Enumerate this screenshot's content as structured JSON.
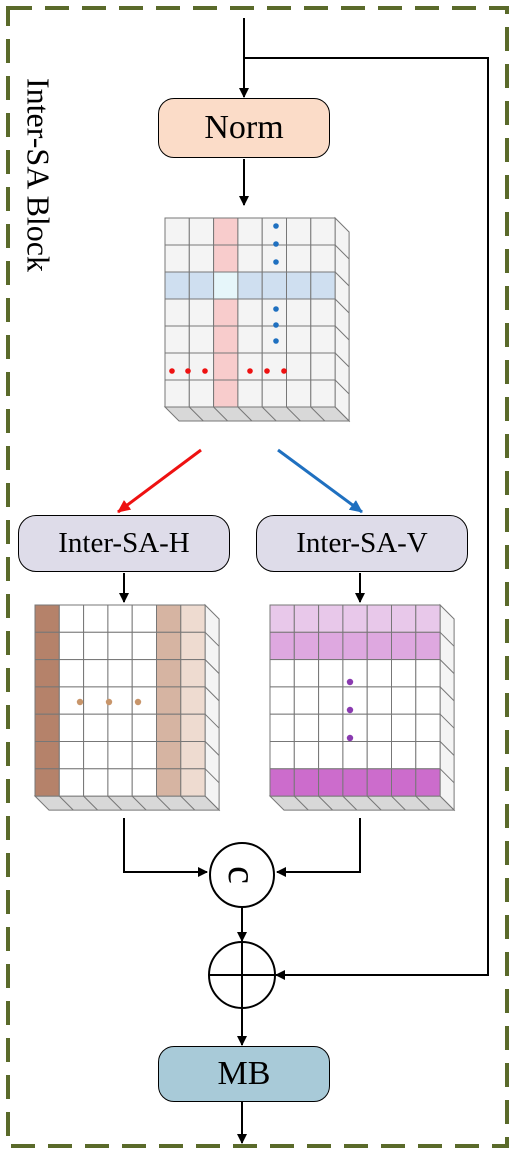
{
  "block_title": "Inter-SA Block",
  "nodes": {
    "norm": "Norm",
    "inter_sa_h": "Inter-SA-H",
    "inter_sa_v": "Inter-SA-V",
    "concat": "c",
    "mb": "MB"
  },
  "colors": {
    "frame": "#5a6a2a",
    "norm_fill": "#fbdcc8",
    "branch_fill": "#dedce9",
    "mb_fill": "#a8cad8",
    "row_highlight": "#cfdff0",
    "column_highlight": "#f8cccc",
    "intersection": "#e6f6fa",
    "h_column_dark": "#b5826a",
    "h_column_mid": "#d6b4a2",
    "h_column_light": "#eedbd0",
    "v_row_light": "#e8c8ea",
    "v_row_mid": "#dea8e0",
    "v_row_dark": "#cc6ccc",
    "red_arrow": "#ee1111",
    "blue_arrow": "#1f70c0",
    "dot_blue": "#1f70c0",
    "dot_red": "#ee1111",
    "dot_brown": "#c8956a",
    "dot_purple": "#8a3ab0"
  },
  "icons": {
    "concat": "concat-circle-icon",
    "add": "plus-circle-icon"
  }
}
